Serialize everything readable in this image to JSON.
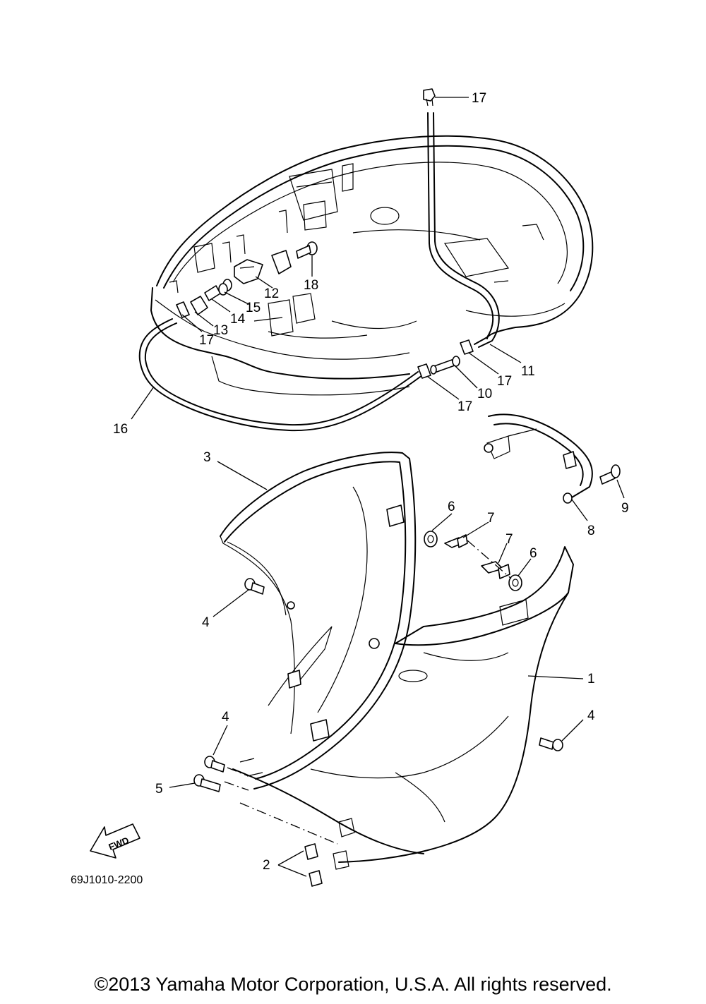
{
  "diagram_code": "69J1010-2200",
  "fwd_label": "FWD",
  "copyright": "©2013 Yamaha Motor Corporation, U.S.A. All rights reserved.",
  "callouts": {
    "c1": "1",
    "c2": "2",
    "c3": "3",
    "c4a": "4",
    "c4b": "4",
    "c4c": "4",
    "c5": "5",
    "c6a": "6",
    "c6b": "6",
    "c7a": "7",
    "c7b": "7",
    "c8": "8",
    "c9": "9",
    "c10": "10",
    "c11": "11",
    "c12": "12",
    "c13": "13",
    "c14": "14",
    "c15": "15",
    "c16": "16",
    "c17a": "17",
    "c17b": "17",
    "c17c": "17",
    "c17d": "17",
    "c18": "18"
  }
}
